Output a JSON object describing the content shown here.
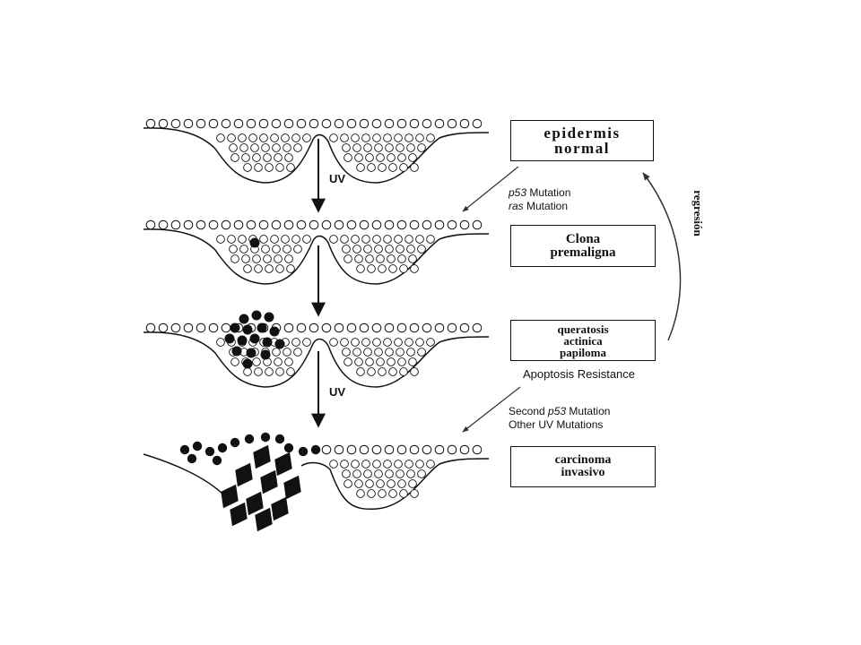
{
  "stages": [
    {
      "lines": [
        "epidermis",
        "normal"
      ]
    },
    {
      "lines": [
        "Clona",
        "premaligna"
      ]
    },
    {
      "lines": [
        "queratosis",
        "actinica",
        "papiloma"
      ]
    },
    {
      "lines": [
        "carcinoma",
        "invasivo"
      ]
    }
  ],
  "uv_labels": [
    "UV",
    "UV"
  ],
  "mutation_note_1": {
    "line1_italic": "p53",
    "line1_rest": " Mutation",
    "line2_italic": "ras",
    "line2_rest": " Mutation"
  },
  "apoptosis_label": "Apoptosis Resistance",
  "mutation_note_2": {
    "line1_prefix": "Second ",
    "line1_italic": "p53",
    "line1_rest": " Mutation",
    "line2": "Other UV Mutations"
  },
  "regression_label": "regresión",
  "colors": {
    "ink": "#111111",
    "background": "#ffffff"
  }
}
